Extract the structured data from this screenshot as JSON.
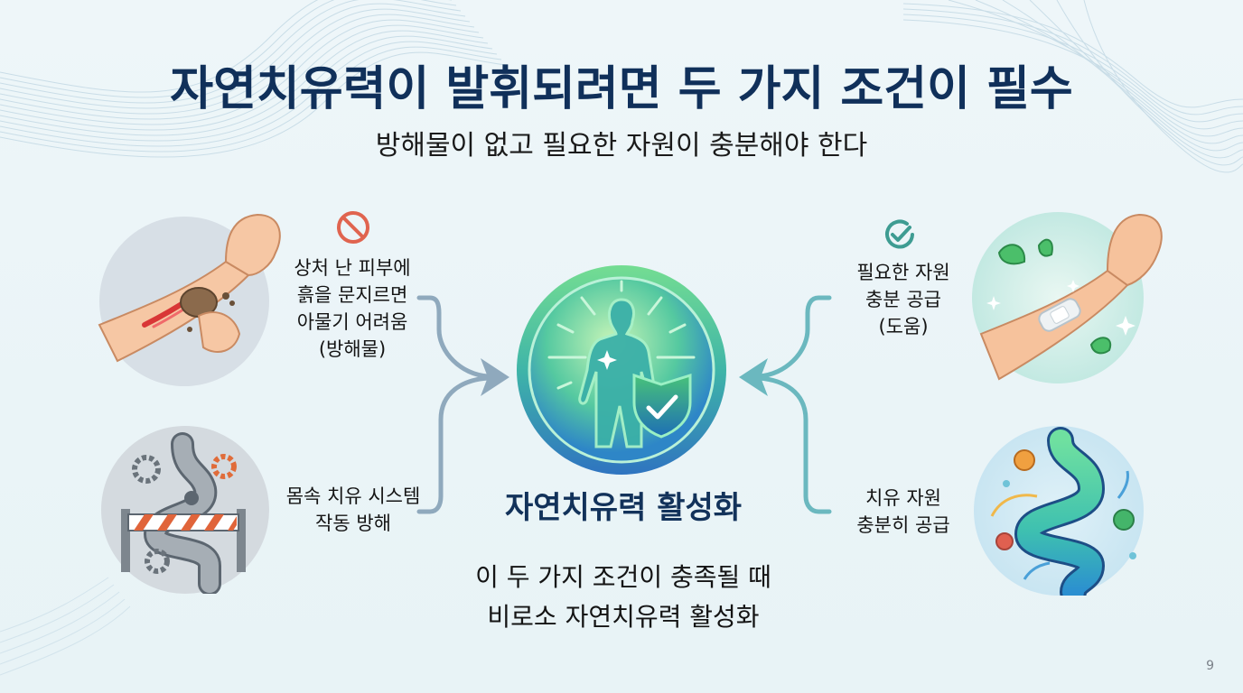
{
  "slide": {
    "title": "자연치유력이 발휘되려면 두 가지 조건이 필수",
    "subtitle": "방해물이 없고 필요한 자원이 충분해야 한다",
    "page_number": "9"
  },
  "left": {
    "top": {
      "icon": "prohibited-icon",
      "illustration": "wounded-arm-with-dirt-illustration",
      "lines": [
        "상처 난 피부에",
        "흙을 문지르면",
        "아물기 어려움",
        "(방해물)"
      ]
    },
    "bottom": {
      "illustration": "blocked-digestive-system-illustration",
      "lines": [
        "몸속 치유 시스템",
        "작동 방해"
      ]
    }
  },
  "right": {
    "top": {
      "icon": "check-circle-icon",
      "illustration": "bandaged-arm-with-leaves-illustration",
      "lines": [
        "필요한 자원",
        "충분 공급",
        "(도움)"
      ]
    },
    "bottom": {
      "illustration": "healthy-digestive-system-illustration",
      "lines": [
        "치유 자원",
        "충분히 공급"
      ]
    }
  },
  "center": {
    "illustration": "human-silhouette-with-shield-icon",
    "title": "자연치유력 활성화",
    "conclusion": [
      "이 두 가지 조건이 충족될 때",
      "비로소 자연치유력 활성화"
    ]
  },
  "colors": {
    "title": "#10305a",
    "left_arrow": "#8fa9bd",
    "right_arrow": "#6bb8bf",
    "prohibit": "#e0644f",
    "check": "#3e9c92",
    "center_green": "#5fd08a",
    "center_blue": "#2f7fc4"
  }
}
